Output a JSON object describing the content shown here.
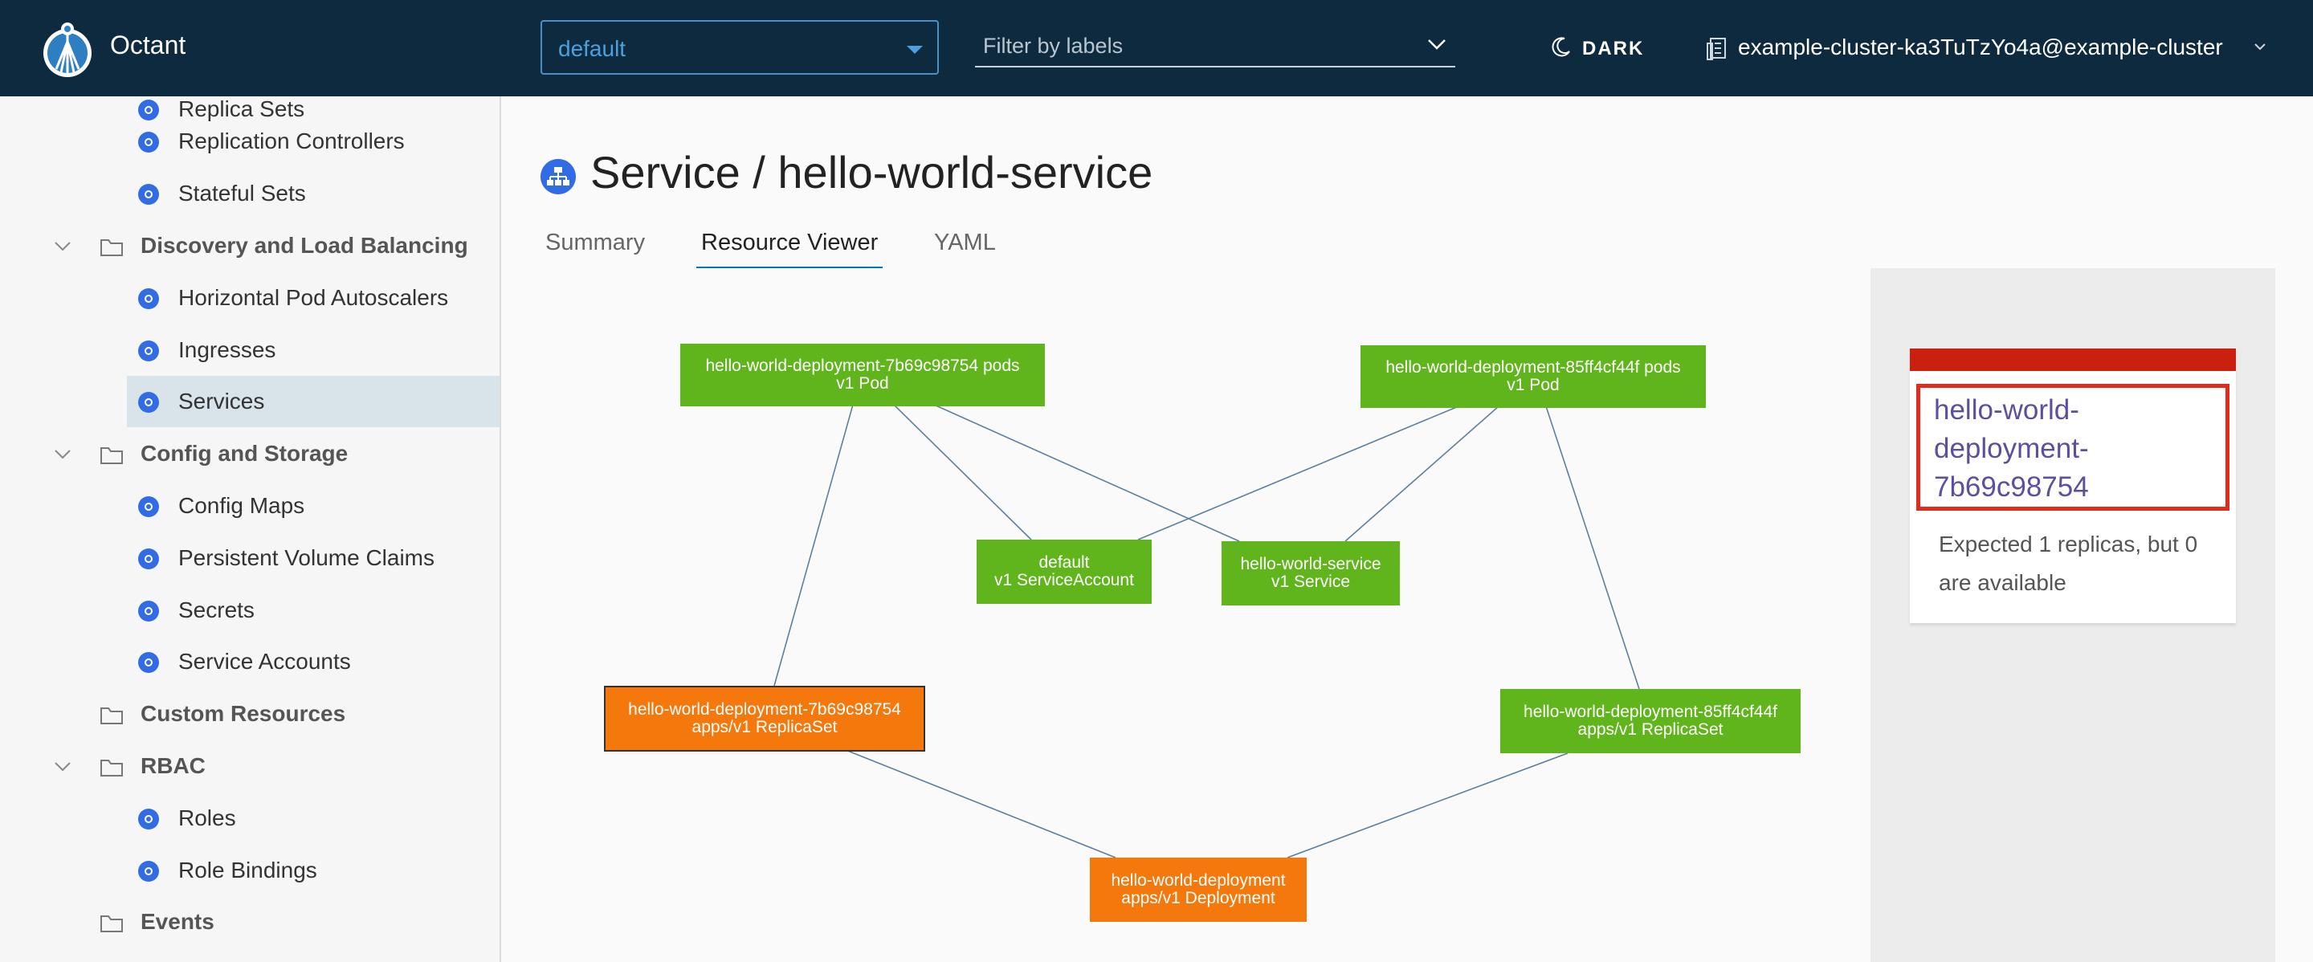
{
  "header": {
    "app_name": "Octant",
    "namespace": "default",
    "label_filter_placeholder": "Filter by labels",
    "theme_toggle": "DARK",
    "cluster": "example-cluster-ka3TuTzYo4a@example-cluster"
  },
  "sidebar": {
    "items": [
      {
        "label": "Replica Sets",
        "kind": "item"
      },
      {
        "label": "Replication Controllers",
        "kind": "item"
      },
      {
        "label": "Stateful Sets",
        "kind": "item"
      },
      {
        "label": "Discovery and Load Balancing",
        "kind": "category",
        "expanded": true
      },
      {
        "label": "Horizontal Pod Autoscalers",
        "kind": "item"
      },
      {
        "label": "Ingresses",
        "kind": "item"
      },
      {
        "label": "Services",
        "kind": "item",
        "active": true
      },
      {
        "label": "Config and Storage",
        "kind": "category",
        "expanded": true
      },
      {
        "label": "Config Maps",
        "kind": "item"
      },
      {
        "label": "Persistent Volume Claims",
        "kind": "item"
      },
      {
        "label": "Secrets",
        "kind": "item"
      },
      {
        "label": "Service Accounts",
        "kind": "item"
      },
      {
        "label": "Custom Resources",
        "kind": "category",
        "expanded": false
      },
      {
        "label": "RBAC",
        "kind": "category",
        "expanded": true
      },
      {
        "label": "Roles",
        "kind": "item"
      },
      {
        "label": "Role Bindings",
        "kind": "item"
      },
      {
        "label": "Events",
        "kind": "category",
        "expanded": false
      }
    ]
  },
  "main": {
    "title": "Service / hello-world-service",
    "tabs": [
      {
        "label": "Summary"
      },
      {
        "label": "Resource Viewer",
        "active": true
      },
      {
        "label": "YAML"
      }
    ]
  },
  "graph": {
    "nodes": [
      {
        "id": "pods1",
        "line1": "hello-world-deployment-7b69c98754 pods",
        "line2": "v1 Pod",
        "status": "ok"
      },
      {
        "id": "pods2",
        "line1": "hello-world-deployment-85ff4cf44f pods",
        "line2": "v1 Pod",
        "status": "ok"
      },
      {
        "id": "sa",
        "line1": "default",
        "line2": "v1 ServiceAccount",
        "status": "ok"
      },
      {
        "id": "svc",
        "line1": "hello-world-service",
        "line2": "v1 Service",
        "status": "ok"
      },
      {
        "id": "rs1",
        "line1": "hello-world-deployment-7b69c98754",
        "line2": "apps/v1 ReplicaSet",
        "status": "warning",
        "selected": true
      },
      {
        "id": "rs2",
        "line1": "hello-world-deployment-85ff4cf44f",
        "line2": "apps/v1 ReplicaSet",
        "status": "ok"
      },
      {
        "id": "dep",
        "line1": "hello-world-deployment",
        "line2": "apps/v1 Deployment",
        "status": "warning"
      }
    ]
  },
  "detail": {
    "title": "hello-world-deployment-7b69c98754",
    "message": "Expected 1 replicas, but 0 are available"
  },
  "colors": {
    "header_bg": "#0e2a3e",
    "ok_node": "#61b51c",
    "warning_node": "#f5780d",
    "error_bar": "#c9200f",
    "tab_active": "#0079b8"
  }
}
